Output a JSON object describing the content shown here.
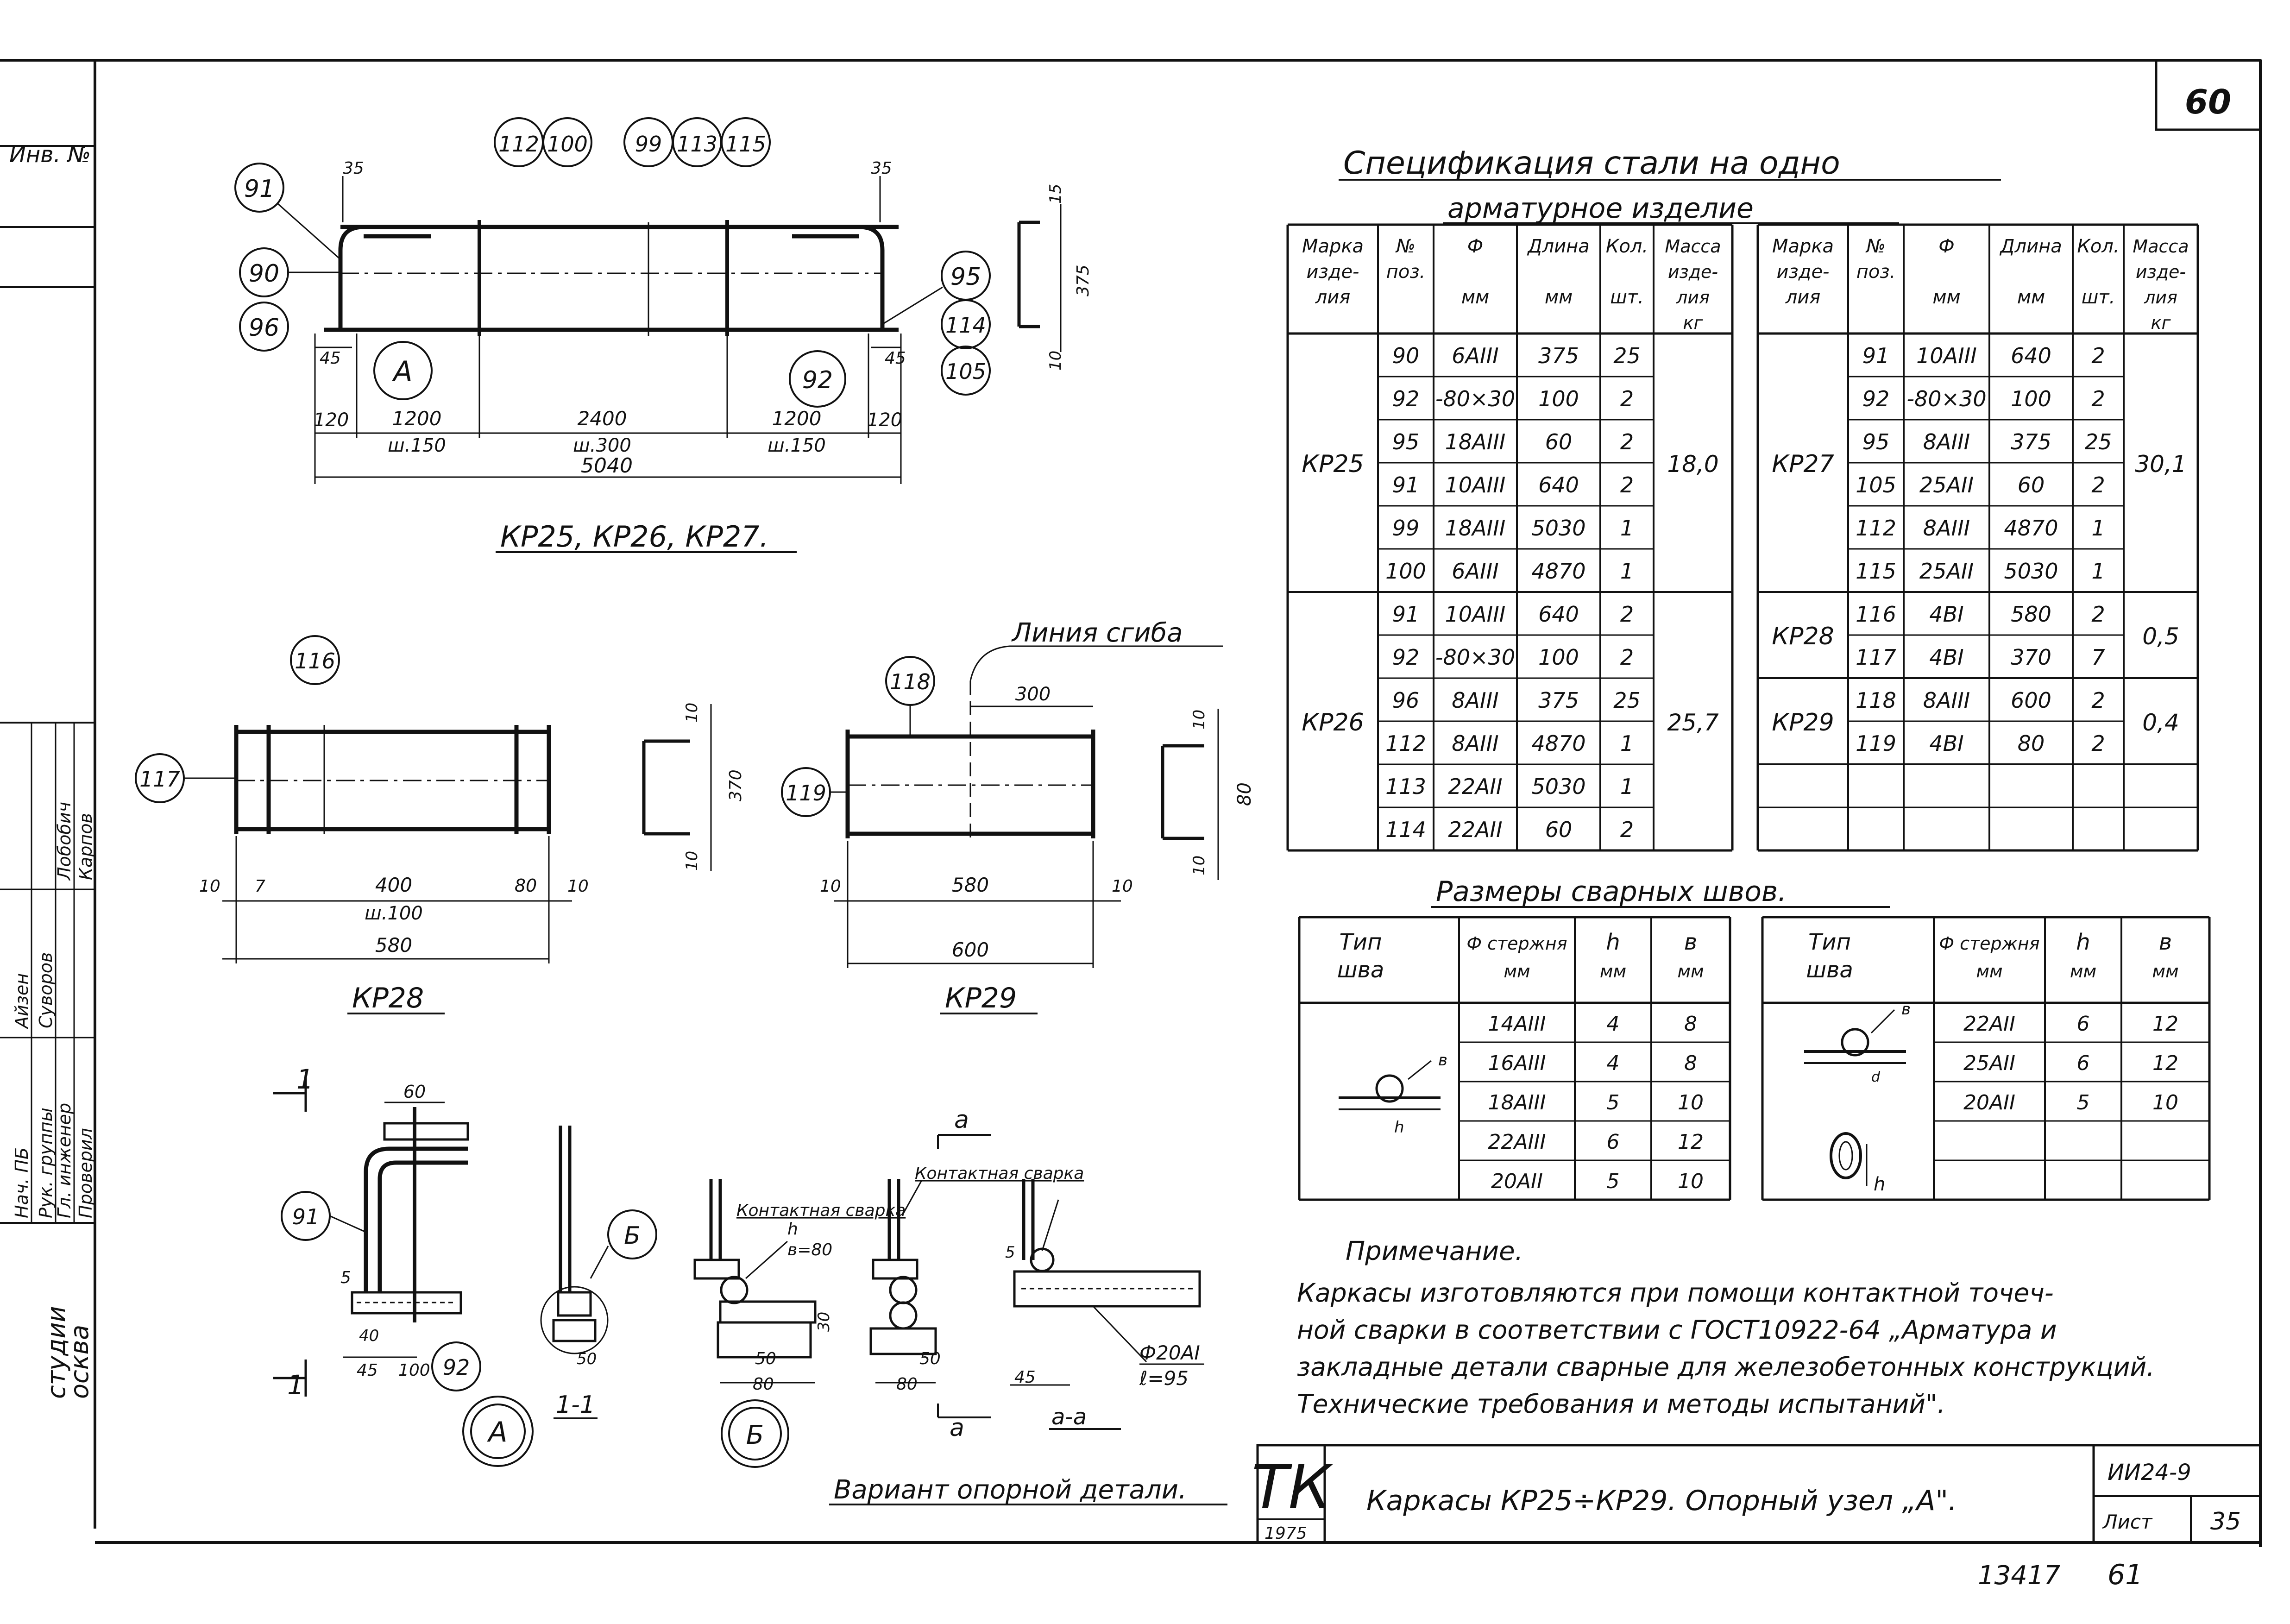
{
  "sheet": {
    "top_number": "60",
    "inventory_label": "Инв. №",
    "inventory_number": "13417",
    "page_number": "61",
    "stamp_logo": "ТК",
    "stamp_year": "1975",
    "code": "ИИ24-9",
    "sheet_label": "Лист",
    "sheet_number": "35",
    "title": "Каркасы КР25÷КР29. Опорный узел „А\".",
    "left_bottom_1": "студии",
    "left_bottom_2": "осква"
  },
  "side_stamp": {
    "roles": [
      "Нач. ПБ",
      "Рук. группы",
      "Гл. инженер",
      "Проверил"
    ],
    "names": [
      "Айзен",
      "Суворов",
      "Лобобич",
      "Карпов"
    ]
  },
  "drawing": {
    "kr25": {
      "title": "КР25, КР26, КР27.",
      "callouts": [
        "91",
        "90",
        "96",
        "112",
        "100",
        "99",
        "113",
        "115",
        "95",
        "114",
        "105",
        "92"
      ],
      "node_a": "А",
      "dims": [
        "35",
        "35",
        "45",
        "45",
        "120",
        "1200",
        "2400",
        "1200",
        "120",
        "5040"
      ],
      "steps": [
        "ш.150",
        "ш.300",
        "ш.150"
      ],
      "section_dims": [
        "15",
        "375",
        "10"
      ]
    },
    "kr28": {
      "title": "КР28",
      "callouts": [
        "116",
        "117"
      ],
      "dims": [
        "10",
        "7",
        "400",
        "80",
        "10",
        "580"
      ],
      "step": "ш.100",
      "section_dims": [
        "10",
        "370",
        "10"
      ]
    },
    "kr29": {
      "title": "КР29",
      "callouts": [
        "118",
        "119"
      ],
      "bend_line": "Линия сгиба",
      "dims": [
        "300",
        "10",
        "580",
        "10",
        "600"
      ],
      "section_dims": [
        "10",
        "80",
        "10"
      ]
    },
    "node_a": {
      "callouts": [
        "91",
        "92",
        "Б"
      ],
      "dims": [
        "60",
        "5",
        "40",
        "45",
        "100"
      ],
      "label": "А",
      "section_label": "1-1",
      "section_marks": [
        "1",
        "1"
      ],
      "section_dim": "50"
    },
    "node_b": {
      "label": "Б",
      "welding_1": "Контактная сварка",
      "h_label": "h",
      "b_label": "в=80",
      "welding_2": "Контактная сварка",
      "dims": [
        "30",
        "50",
        "80",
        "50",
        "80",
        "5",
        "45"
      ],
      "bar": "Ф20АI",
      "length": "ℓ=95",
      "section_label": "а-а",
      "section_marks": [
        "а",
        "а"
      ],
      "variant": "Вариант опорной детали."
    }
  },
  "spec": {
    "title_1": "Спецификация стали на одно",
    "title_2": "арматурное изделие",
    "headers": [
      "Марка изде- лия",
      "№ поз.",
      "Ф мм",
      "Длина мм",
      "Кол. шт.",
      "Масса изде- лия кг"
    ],
    "left": [
      {
        "mark": "КР25",
        "mass": "18,0",
        "rows": [
          [
            "90",
            "6АIII",
            "375",
            "25"
          ],
          [
            "92",
            "-80×30",
            "100",
            "2"
          ],
          [
            "95",
            "18АIII",
            "60",
            "2"
          ],
          [
            "91",
            "10АIII",
            "640",
            "2"
          ],
          [
            "99",
            "18АIII",
            "5030",
            "1"
          ],
          [
            "100",
            "6АIII",
            "4870",
            "1"
          ]
        ]
      },
      {
        "mark": "КР26",
        "mass": "25,7",
        "rows": [
          [
            "91",
            "10АIII",
            "640",
            "2"
          ],
          [
            "92",
            "-80×30",
            "100",
            "2"
          ],
          [
            "96",
            "8АIII",
            "375",
            "25"
          ],
          [
            "112",
            "8АIII",
            "4870",
            "1"
          ],
          [
            "113",
            "22АII",
            "5030",
            "1"
          ],
          [
            "114",
            "22АII",
            "60",
            "2"
          ]
        ]
      }
    ],
    "right": [
      {
        "mark": "КР27",
        "mass": "30,1",
        "rows": [
          [
            "91",
            "10АIII",
            "640",
            "2"
          ],
          [
            "92",
            "-80×30",
            "100",
            "2"
          ],
          [
            "95",
            "8АIII",
            "375",
            "25"
          ],
          [
            "105",
            "25АII",
            "60",
            "2"
          ],
          [
            "112",
            "8АIII",
            "4870",
            "1"
          ],
          [
            "115",
            "25АII",
            "5030",
            "1"
          ]
        ]
      },
      {
        "mark": "КР28",
        "mass": "0,5",
        "rows": [
          [
            "116",
            "4ВI",
            "580",
            "2"
          ],
          [
            "117",
            "4ВI",
            "370",
            "7"
          ]
        ]
      },
      {
        "mark": "КР29",
        "mass": "0,4",
        "rows": [
          [
            "118",
            "8АIII",
            "600",
            "2"
          ],
          [
            "119",
            "4ВI",
            "80",
            "2"
          ]
        ]
      }
    ]
  },
  "welds": {
    "title": "Размеры сварных швов.",
    "headers": [
      "Тип шва",
      "Ф стержня мм",
      "h мм",
      "в мм"
    ],
    "left_rows": [
      [
        "14АIII",
        "4",
        "8"
      ],
      [
        "16АIII",
        "4",
        "8"
      ],
      [
        "18АIII",
        "5",
        "10"
      ],
      [
        "22АIII",
        "6",
        "12"
      ],
      [
        "20АII",
        "5",
        "10"
      ]
    ],
    "right_rows": [
      [
        "22АII",
        "6",
        "12"
      ],
      [
        "25АII",
        "6",
        "12"
      ],
      [
        "20АII",
        "5",
        "10"
      ]
    ],
    "sym": {
      "b": "в",
      "h": "h",
      "d": "d"
    }
  },
  "note": {
    "title": "Примечание.",
    "lines": [
      "Каркасы изготовляются при помощи контактной точеч-",
      "ной сварки в соответствии с ГОСТ10922-64 „Арматура и",
      "закладные детали сварные для железобетонных конструкций.",
      "Технические требования и методы испытаний\"."
    ]
  }
}
